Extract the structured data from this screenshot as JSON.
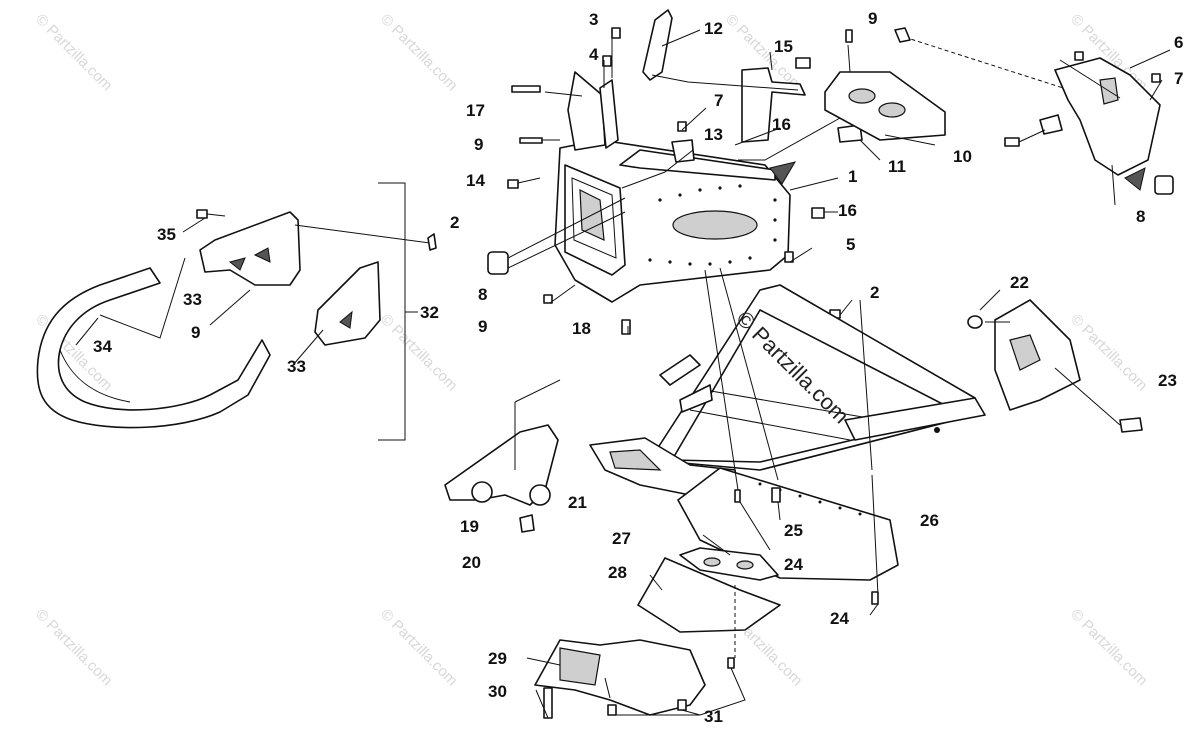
{
  "watermark": {
    "text": "© Partzilla.com",
    "center_text": "© Partzilla.com"
  },
  "callouts": [
    {
      "id": "c1",
      "label": "1"
    },
    {
      "id": "c2a",
      "label": "2"
    },
    {
      "id": "c2b",
      "label": "2"
    },
    {
      "id": "c3",
      "label": "3"
    },
    {
      "id": "c4",
      "label": "4"
    },
    {
      "id": "c5",
      "label": "5"
    },
    {
      "id": "c6",
      "label": "6"
    },
    {
      "id": "c7a",
      "label": "7"
    },
    {
      "id": "c7b",
      "label": "7"
    },
    {
      "id": "c8a",
      "label": "8"
    },
    {
      "id": "c8b",
      "label": "8"
    },
    {
      "id": "c9a",
      "label": "9"
    },
    {
      "id": "c9b",
      "label": "9"
    },
    {
      "id": "c9c",
      "label": "9"
    },
    {
      "id": "c9d",
      "label": "9"
    },
    {
      "id": "c10",
      "label": "10"
    },
    {
      "id": "c11",
      "label": "11"
    },
    {
      "id": "c12",
      "label": "12"
    },
    {
      "id": "c13",
      "label": "13"
    },
    {
      "id": "c14",
      "label": "14"
    },
    {
      "id": "c15",
      "label": "15"
    },
    {
      "id": "c16a",
      "label": "16"
    },
    {
      "id": "c16b",
      "label": "16"
    },
    {
      "id": "c17",
      "label": "17"
    },
    {
      "id": "c18",
      "label": "18"
    },
    {
      "id": "c19",
      "label": "19"
    },
    {
      "id": "c20",
      "label": "20"
    },
    {
      "id": "c21",
      "label": "21"
    },
    {
      "id": "c22",
      "label": "22"
    },
    {
      "id": "c23",
      "label": "23"
    },
    {
      "id": "c24a",
      "label": "24"
    },
    {
      "id": "c24b",
      "label": "24"
    },
    {
      "id": "c25",
      "label": "25"
    },
    {
      "id": "c26",
      "label": "26"
    },
    {
      "id": "c27",
      "label": "27"
    },
    {
      "id": "c28",
      "label": "28"
    },
    {
      "id": "c29",
      "label": "29"
    },
    {
      "id": "c30",
      "label": "30"
    },
    {
      "id": "c31",
      "label": "31"
    },
    {
      "id": "c32",
      "label": "32"
    },
    {
      "id": "c33a",
      "label": "33"
    },
    {
      "id": "c33b",
      "label": "33"
    },
    {
      "id": "c34",
      "label": "34"
    },
    {
      "id": "c35",
      "label": "35"
    }
  ]
}
